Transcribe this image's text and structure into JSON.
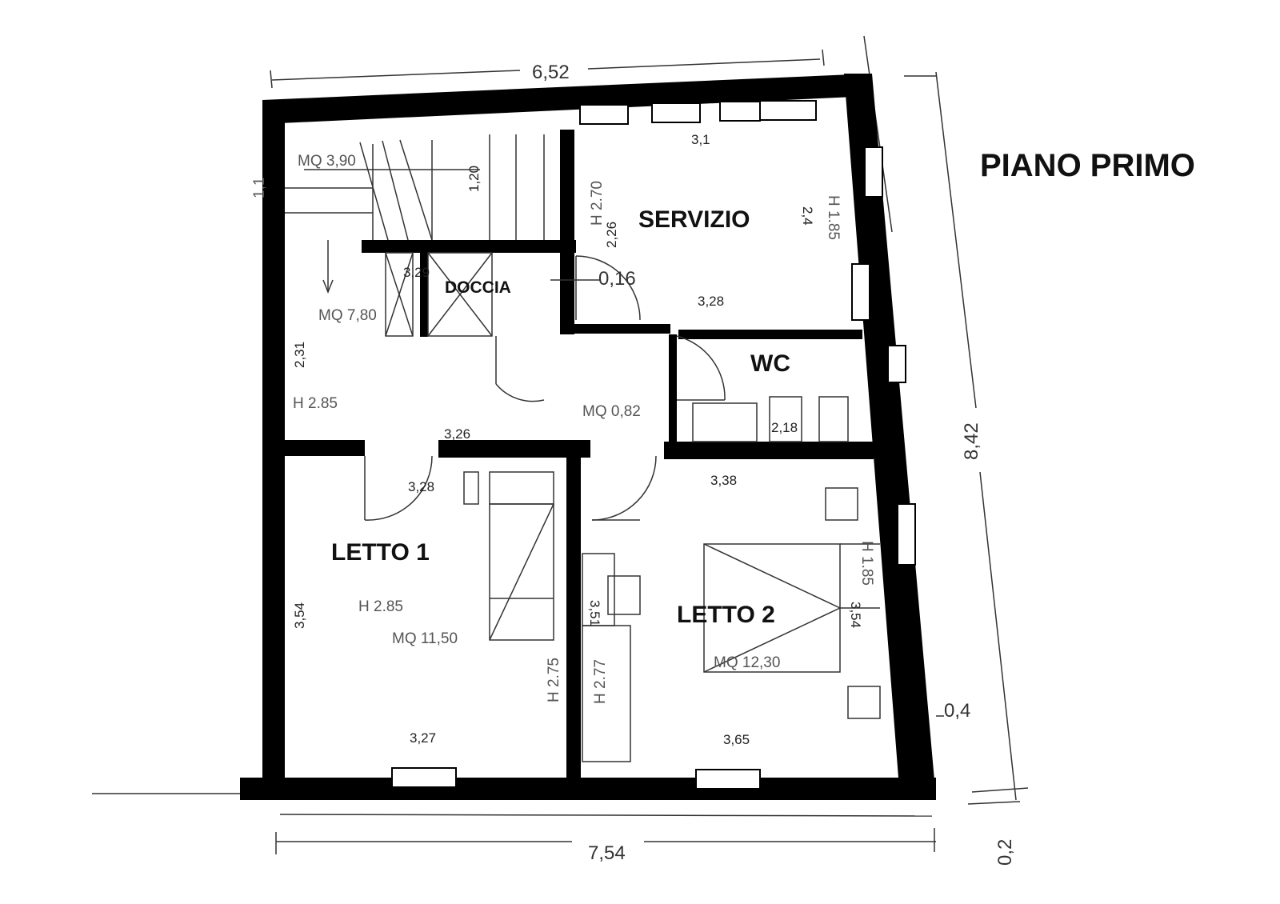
{
  "title": "PIANO PRIMO",
  "rooms": {
    "servizio": "SERVIZIO",
    "doccia": "DOCCIA",
    "wc": "WC",
    "letto1": "LETTO 1",
    "letto2": "LETTO 2"
  },
  "areas": {
    "stairs": "MQ 3,90",
    "hall": "MQ 7,80",
    "wc": "MQ 0,82",
    "letto1": "MQ 11,50",
    "letto2": "MQ 12,30"
  },
  "heights": {
    "hall": "H  2.85",
    "letto1": "H  2.85",
    "servizio_left": "H  2.70",
    "servizio_right": "H  1.85",
    "letto1_right": "H  2.75",
    "letto2_left": "H  2.77",
    "letto2_right": "H  1.85"
  },
  "dimensions": {
    "top": "6,52",
    "bottom": "7,54",
    "right": "8,42",
    "right_small": "0,4",
    "right_bottom": "0,2",
    "stairs_height": "1,1",
    "stairs_width": "1,20",
    "servizio_top": "3,1",
    "servizio_bottom": "3,28",
    "servizio_left": "2,26",
    "servizio_right": "2,4",
    "door_gap": "0,16",
    "doccia": "3,29",
    "hall_left": "2,31",
    "hall_bottom": "3,26",
    "letto1_top": "3,28",
    "letto1_left": "3,54",
    "letto1_right": "3,51",
    "letto1_bottom": "3,27",
    "wc_bottom": "2,18",
    "letto2_top": "3,38",
    "letto2_right": "3,54",
    "letto2_bottom": "3,65"
  },
  "colors": {
    "wall": "#000000",
    "line": "#333333"
  }
}
